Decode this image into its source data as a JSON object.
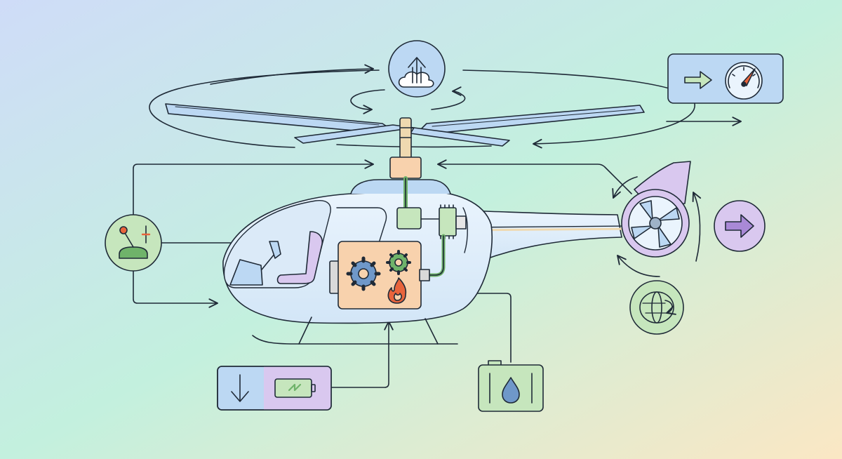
{
  "colors": {
    "bg_top_left": "#cfdcf8",
    "bg_middle": "#c3f0de",
    "bg_bottom_right": "#fbe7c4",
    "line": "#1f2a37",
    "blue_fill": "#bcd8f3",
    "green_fill": "#c6e6bd",
    "purple_fill": "#d9c8ef",
    "orange_fill": "#f8d2ad",
    "gear_blue": "#6f98c9",
    "gear_green": "#6fb36a",
    "flame": "#e8643c",
    "hub": "#efd9b0"
  },
  "icons": [
    "lift-cloud-up-icon",
    "speedometer-icon",
    "forward-arrow-icon",
    "collective-lever-icon",
    "tail-rotor-yaw-icon",
    "descent-arrow-icon",
    "battery-charge-icon",
    "fuel-drop-icon",
    "gear-icon",
    "flame-icon"
  ],
  "components": [
    "main-rotor-blades",
    "rotor-mast",
    "swashplate-hub",
    "transmission-gearbox",
    "engine",
    "tail-boom",
    "tail-rotor",
    "landing-skids",
    "cockpit-seat",
    "control-stick",
    "fuel-tank",
    "battery"
  ]
}
